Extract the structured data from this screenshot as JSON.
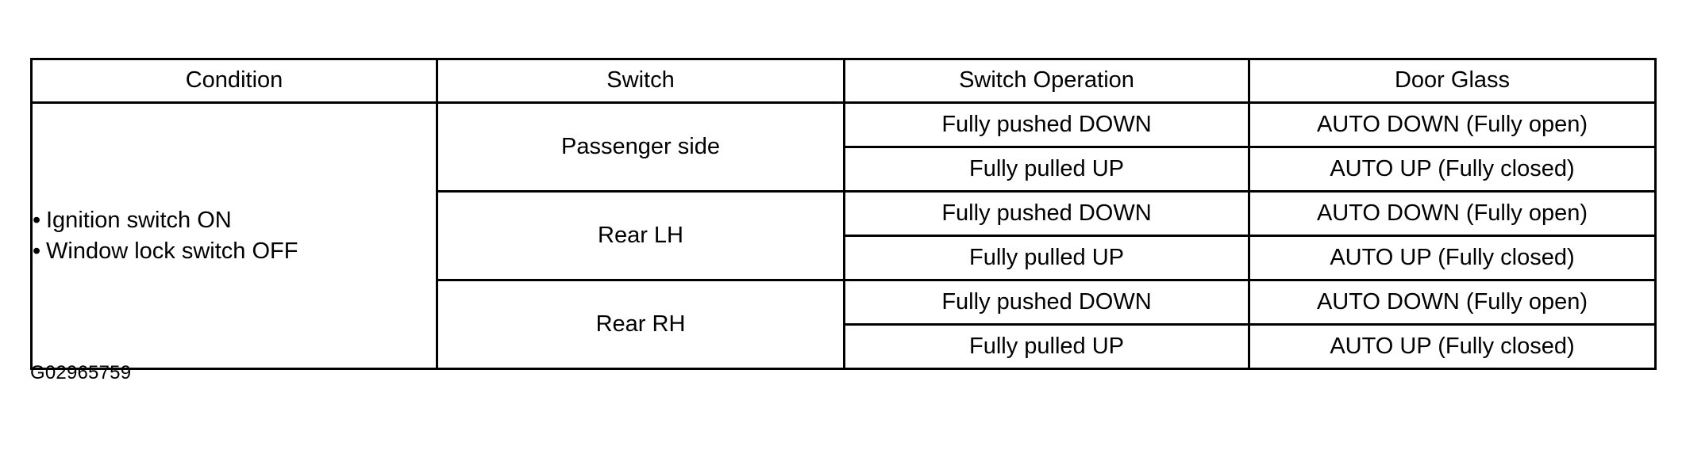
{
  "figure": {
    "caption": "G02965759"
  },
  "table": {
    "headers": [
      {
        "key": "condition",
        "label": "Condition"
      },
      {
        "key": "switch",
        "label": "Switch"
      },
      {
        "key": "operation",
        "label": "Switch Operation"
      },
      {
        "key": "door_glass",
        "label": "Door Glass"
      }
    ],
    "condition": {
      "bullet_char": "•",
      "items": [
        "Ignition switch ON",
        "Window lock switch OFF"
      ]
    },
    "groups": [
      {
        "switch": "Passenger side",
        "rows": [
          {
            "operation": "Fully pushed DOWN",
            "door_glass": "AUTO DOWN (Fully open)"
          },
          {
            "operation": "Fully pulled UP",
            "door_glass": "AUTO UP (Fully closed)"
          }
        ]
      },
      {
        "switch": "Rear LH",
        "rows": [
          {
            "operation": "Fully pushed DOWN",
            "door_glass": "AUTO DOWN (Fully open)"
          },
          {
            "operation": "Fully pulled UP",
            "door_glass": "AUTO UP (Fully closed)"
          }
        ]
      },
      {
        "switch": "Rear RH",
        "rows": [
          {
            "operation": "Fully pushed DOWN",
            "door_glass": "AUTO DOWN (Fully open)"
          },
          {
            "operation": "Fully pulled UP",
            "door_glass": "AUTO UP (Fully closed)"
          }
        ]
      }
    ]
  },
  "colors": {
    "background": "#ffffff",
    "text": "#000000",
    "border": "#000000"
  }
}
